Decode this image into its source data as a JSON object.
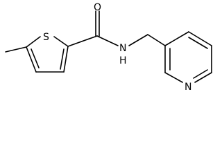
{
  "molecule": {
    "atoms": {
      "sulfur": "S",
      "oxygen": "O",
      "amide_nitrogen": "N",
      "amide_hydrogen": "H",
      "pyridine_nitrogen": "N"
    }
  },
  "colors": {
    "bond": "#000000",
    "text": "#000000",
    "background": "#ffffff"
  }
}
